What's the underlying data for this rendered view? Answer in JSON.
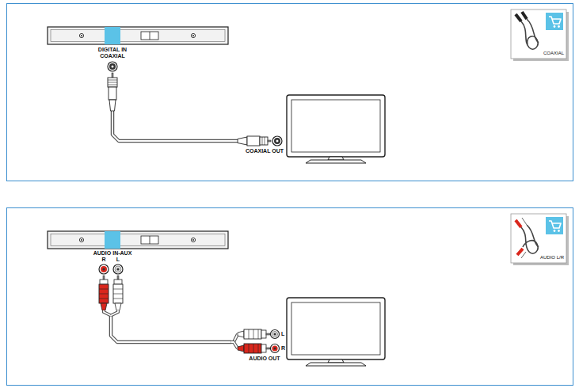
{
  "diagram": {
    "nodes": [
      {
        "text": [
          "DIGITAL IN COAXIAL"
        ]
      },
      {
        "text": [
          "COAXIAL OUT"
        ]
      },
      {
        "text": [
          "COAXIAL"
        ]
      },
      {
        "text": [
          "AUDIO IN-AUX"
        ]
      },
      {
        "text": [
          "AUDIO OUT"
        ]
      },
      {
        "text": [
          "AUDIO L/R"
        ]
      }
    ],
    "edges": [
      {
        "from": 0,
        "to": 1,
        "arrow": "none"
      },
      {
        "from": 3,
        "to": 4,
        "arrow": "none"
      }
    ],
    "labels": [
      "R",
      "L",
      "L",
      "R"
    ]
  }
}
